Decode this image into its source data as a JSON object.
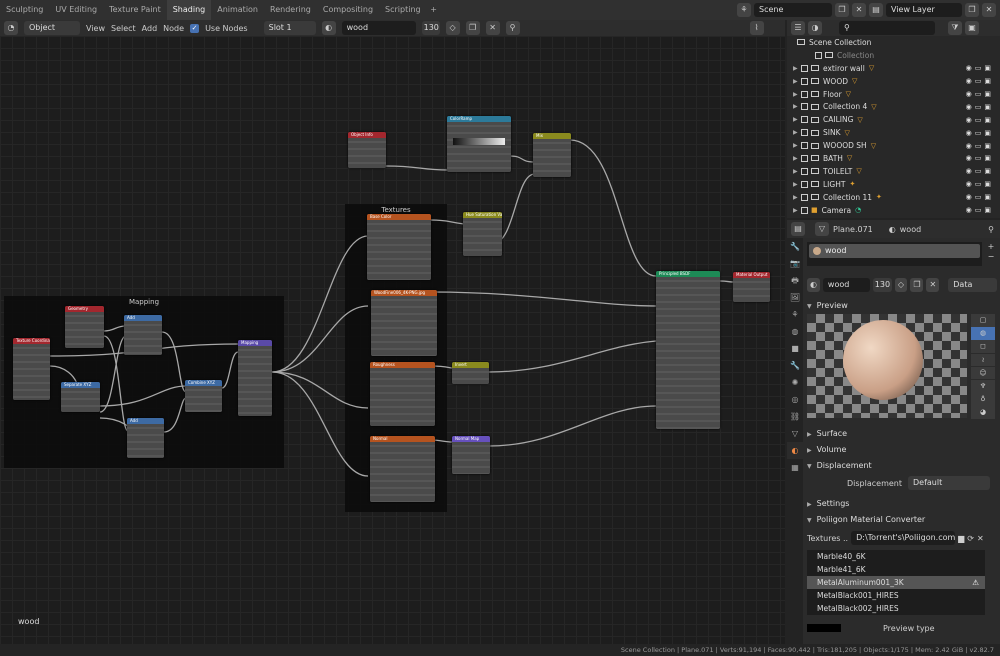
{
  "workspaces": [
    "Sculpting",
    "UV Editing",
    "Texture Paint",
    "Shading",
    "Animation",
    "Rendering",
    "Compositing",
    "Scripting"
  ],
  "workspace_active": "Shading",
  "workspace_add": "+",
  "scene": {
    "name": "Scene",
    "view_layer": "View Layer"
  },
  "node_header": {
    "mode": "Object",
    "menus": [
      "View",
      "Select",
      "Add",
      "Node"
    ],
    "use_nodes": "Use Nodes",
    "slot": "Slot 1",
    "material": "wood",
    "users": "130"
  },
  "editor": {
    "corner_label": "wood"
  },
  "frames": [
    {
      "label": "Textures"
    },
    {
      "label": "Mapping"
    }
  ],
  "nodes": [
    {
      "title": "Object Info",
      "color": "red"
    },
    {
      "title": "ColorRamp",
      "color": "teal"
    },
    {
      "title": "Mix",
      "color": "olive"
    },
    {
      "title": "Hue Saturation Value",
      "color": "olive"
    },
    {
      "title": "Base Color",
      "color": "orange"
    },
    {
      "title": "WoodFine006_4K-PNG.jpg",
      "color": "orange"
    },
    {
      "title": "Roughness",
      "color": "orange"
    },
    {
      "title": "Normal",
      "color": "orange"
    },
    {
      "title": "Invert",
      "color": "olive"
    },
    {
      "title": "Normal Map",
      "color": "lav"
    },
    {
      "title": "Principled BSDF",
      "color": "green"
    },
    {
      "title": "Material Output",
      "color": "red"
    },
    {
      "title": "Geometry",
      "color": "red"
    },
    {
      "title": "Texture Coordinate",
      "color": "red"
    },
    {
      "title": "Add",
      "color": "blue"
    },
    {
      "title": "Separate XYZ",
      "color": "blue"
    },
    {
      "title": "Combine XYZ",
      "color": "blue"
    },
    {
      "title": "Add",
      "color": "blue"
    },
    {
      "title": "Mapping",
      "color": "purple"
    }
  ],
  "outliner": {
    "scene_collection": "Scene Collection",
    "items": [
      "Collection",
      "extiror wall",
      "WOOD",
      "Floor",
      "Collection 4",
      "CAILING",
      "SINK",
      "WOOOD SH",
      "BATH",
      "TOILELT",
      "LIGHT",
      "Collection 11",
      "Camera"
    ]
  },
  "properties": {
    "object": "Plane.071",
    "material_header": "wood",
    "slot_material": "wood",
    "material_field": "wood",
    "users": "130",
    "data_mode": "Data",
    "panels": [
      "Preview",
      "Surface",
      "Volume",
      "Displacement",
      "Settings",
      "Poliigon Material Converter"
    ],
    "displacement_label": "Displacement",
    "displacement_value": "Default",
    "textures_label": "Textures ..",
    "textures_path": "D:\\Torrent's\\Poliigon.com\\",
    "textures": [
      "Marble40_6K",
      "Marble41_6K",
      "MetalAluminum001_3K",
      "MetalBlack001_HIRES",
      "MetalBlack002_HIRES"
    ],
    "selected_texture": "MetalAluminum001_3K",
    "preview_type": "Preview type"
  },
  "status": "Scene Collection | Plane.071 | Verts:91,194 | Faces:90,442 | Tris:181,205 | Objects:1/175 | Mem: 2.42 GiB | v2.82.7"
}
